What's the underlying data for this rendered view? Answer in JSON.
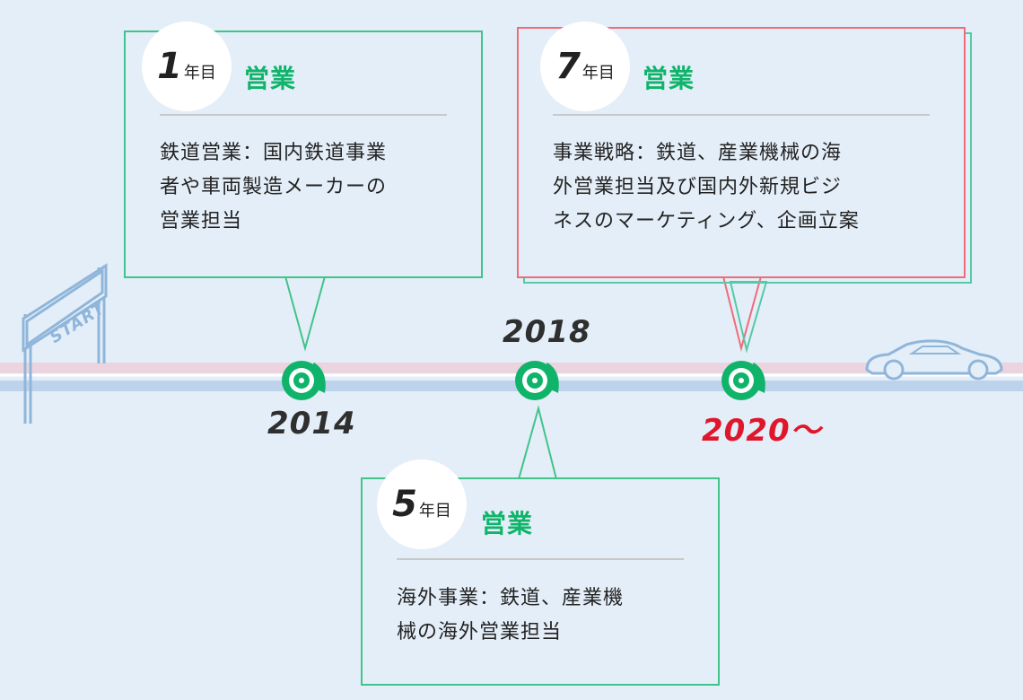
{
  "start_sign": {
    "label": "START"
  },
  "timeline": {
    "years": [
      {
        "year": "2014"
      },
      {
        "year": "2018"
      },
      {
        "year": "2020〜"
      }
    ]
  },
  "milestones": [
    {
      "number": "1",
      "unit": "年目",
      "role": "営業",
      "description_lines": [
        "鉄道営業：国内鉄道事業",
        "者や車両製造メーカーの",
        "営業担当"
      ]
    },
    {
      "number": "5",
      "unit": "年目",
      "role": "営業",
      "description_lines": [
        "海外事業：鉄道、産業機",
        "械の海外営業担当"
      ]
    },
    {
      "number": "7",
      "unit": "年目",
      "role": "営業",
      "description_lines": [
        "事業戦略：鉄道、産業機械の海",
        "外営業担当及び国内外新規ビジ",
        "ネスのマーケティング、企画立案"
      ]
    }
  ],
  "colors": {
    "background": "#e4eef8",
    "accent_green": "#0fb46a",
    "border_green": "#3fc48a",
    "current_red": "#e0162b",
    "track_pink": "#ebd4df",
    "track_blue": "#bdd3ec",
    "car_blue": "#8fb6da"
  },
  "icons": [
    "brake-disc-icon",
    "car-icon",
    "start-gate-icon"
  ]
}
